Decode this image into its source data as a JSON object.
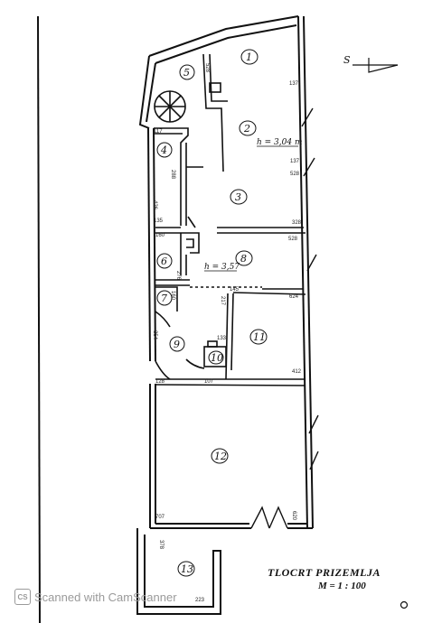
{
  "title": "TLOCRT PRIZEMLJA",
  "scale": "M = 1 : 100",
  "orientation_label": "S",
  "heights": [
    "h = 3,04 m",
    "h = 3,57"
  ],
  "rooms": [
    "1",
    "2",
    "3",
    "4",
    "5",
    "6",
    "7",
    "8",
    "9",
    "10",
    "11",
    "12",
    "13"
  ],
  "dimensions": [
    "528",
    "137",
    "137",
    "528",
    "117",
    "288",
    "426",
    "135",
    "160",
    "328",
    "528",
    "276",
    "217",
    "160",
    "145",
    "624",
    "133",
    "354",
    "107",
    "412",
    "128",
    "707",
    "620",
    "378",
    "223"
  ],
  "watermark": {
    "text": "Scanned with CamScanner",
    "logo": "CS"
  },
  "colors": {
    "ink": "#1a1a1a",
    "paper": "#ffffff",
    "watermark": "#9a9a9a"
  }
}
